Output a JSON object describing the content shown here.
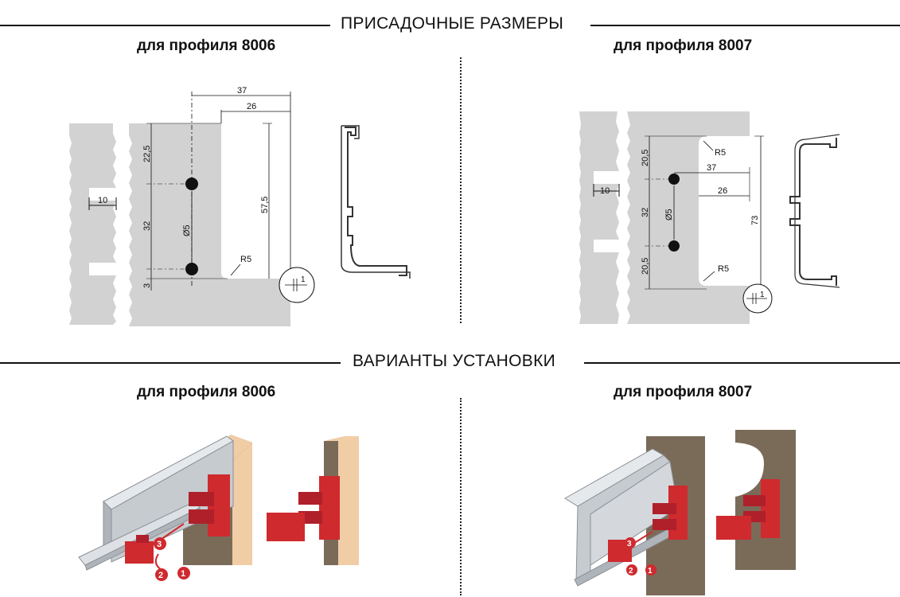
{
  "section1": {
    "title": "ПРИСАДОЧНЫЕ РАЗМЕРЫ"
  },
  "section2": {
    "title": "ВАРИАНТЫ УСТАНОВКИ"
  },
  "left_top": {
    "subtitle": "для профиля 8006"
  },
  "right_top": {
    "subtitle": "для профиля 8007"
  },
  "left_bottom": {
    "subtitle": "для профиля 8006"
  },
  "right_bottom": {
    "subtitle": "для профиля 8007"
  },
  "drawing_8006": {
    "dim_width_total": "37",
    "dim_width_inner": "26",
    "dim_top": "22,5",
    "dim_holes": "32",
    "dim_bottom": "3",
    "dim_height": "57,5",
    "dim_slot": "10",
    "dim_diameter": "Ø5",
    "dim_radius": "R5",
    "dim_detail": "1"
  },
  "drawing_8007": {
    "dim_top": "20,5",
    "dim_width_total": "37",
    "dim_width_inner": "26",
    "dim_holes": "32",
    "dim_bottom": "20,5",
    "dim_height": "73",
    "dim_slot": "10",
    "dim_diameter": "Ø5",
    "dim_radius_top": "R5",
    "dim_radius_bottom": "R5",
    "dim_detail": "1"
  },
  "steps": {
    "one": "1",
    "two": "2",
    "three": "3"
  },
  "colors": {
    "panel": "#d2d2d2",
    "wood_light": "#f1cda6",
    "wood_dark": "#7a6b59",
    "clip": "#cf2a2e",
    "metal": "#c6cbd0"
  }
}
